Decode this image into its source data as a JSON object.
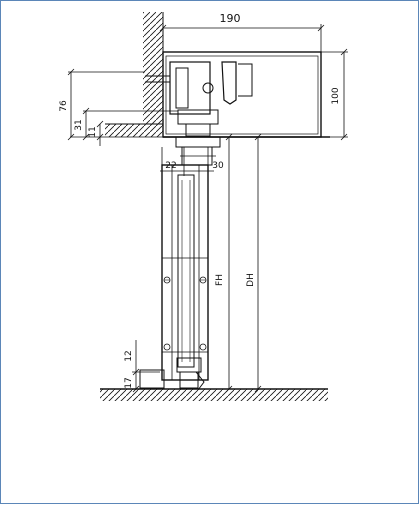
{
  "dimensions": {
    "width": "190",
    "height": "100",
    "track_height": "76",
    "d31": "31",
    "d11": "11",
    "d22": "22",
    "d30": "30",
    "fh": "FH",
    "dh": "DH",
    "d12": "12",
    "d17": "17"
  },
  "colors": {
    "frame_border": "#5b86b8",
    "line": "#111111"
  }
}
